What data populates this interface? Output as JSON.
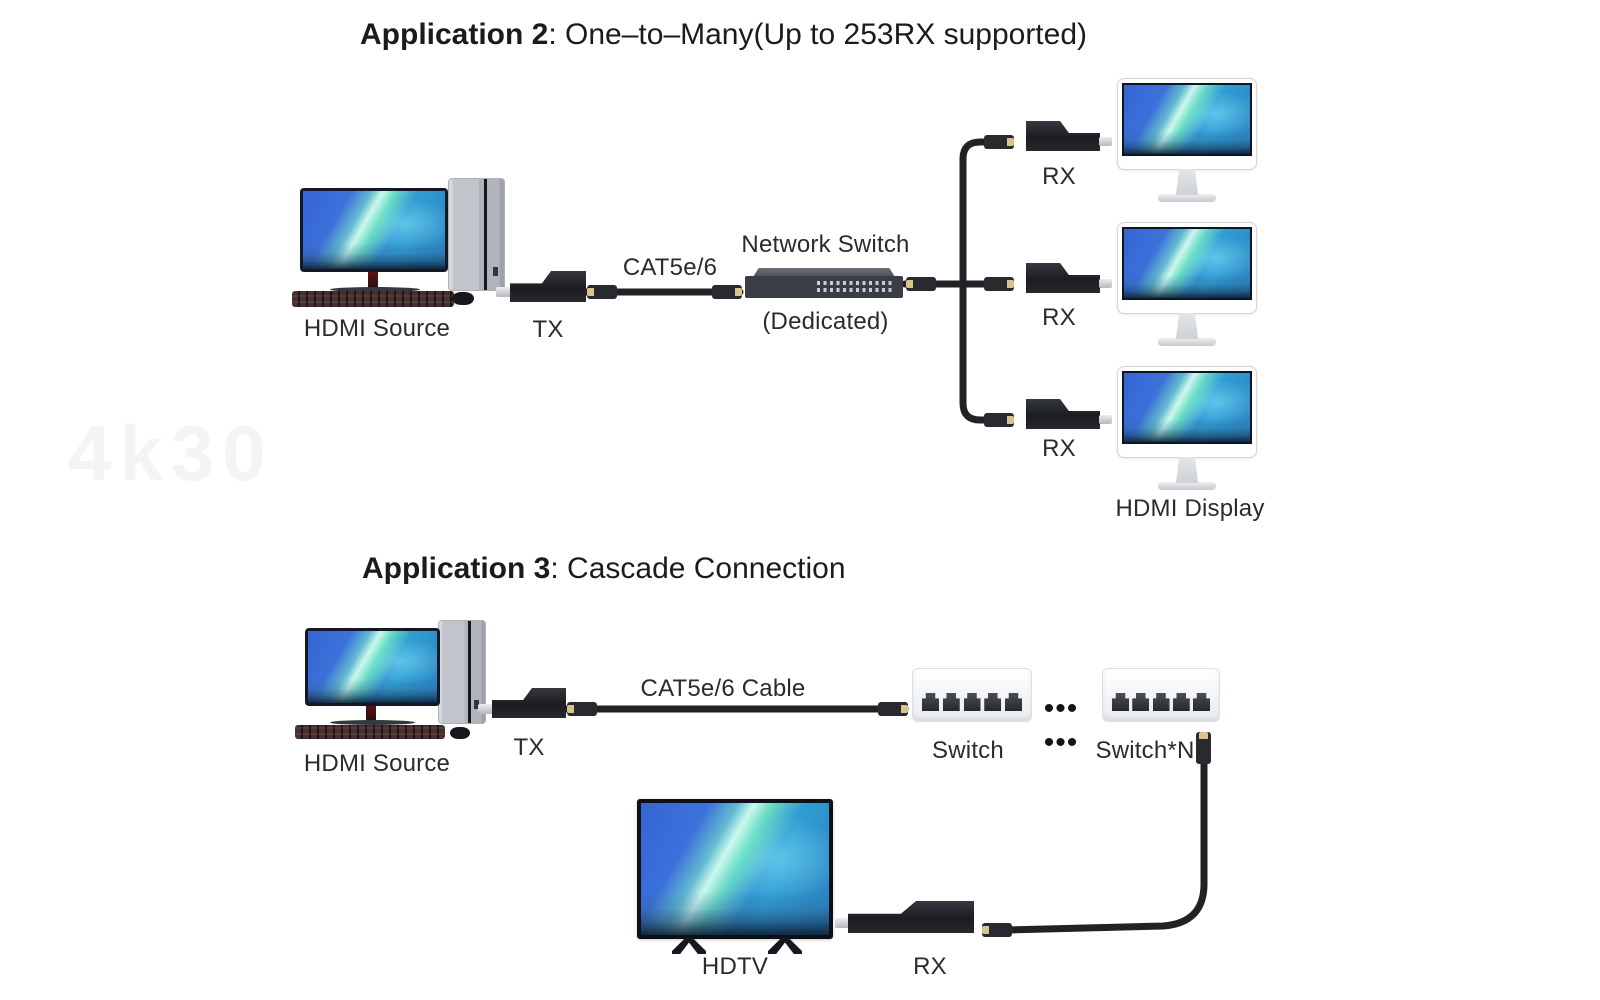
{
  "watermark": "4k30",
  "app2": {
    "title": {
      "bold": "Application 2",
      "rest": ": One–to–Many(Up to 253RX supported)"
    },
    "source_label": "HDMI Source",
    "tx_label": "TX",
    "cable_label": "CAT5e/6",
    "switch_label": "Network Switch",
    "switch_sublabel": "(Dedicated)",
    "rx_labels": [
      "RX",
      "RX",
      "RX"
    ],
    "display_label": "HDMI Display"
  },
  "app3": {
    "title": {
      "bold": "Application 3",
      "rest": ": Cascade Connection"
    },
    "source_label": "HDMI Source",
    "tx_label": "TX",
    "cable_label": "CAT5e/6 Cable",
    "switch1_label": "Switch",
    "dots": "••• •••",
    "switch2_label": "Switch*N",
    "rx_label": "RX",
    "tv_label": "HDTV"
  },
  "colors": {
    "cable": "#202226",
    "device_dark": "#1f2125",
    "rack_switch": "#393d44",
    "mini_switch": "#f3f4f6",
    "text": "#2b2b2b",
    "screen_blue": "#3f77de",
    "aurora_green": "#8af0c0",
    "connector_gold": "#d9c48c"
  }
}
